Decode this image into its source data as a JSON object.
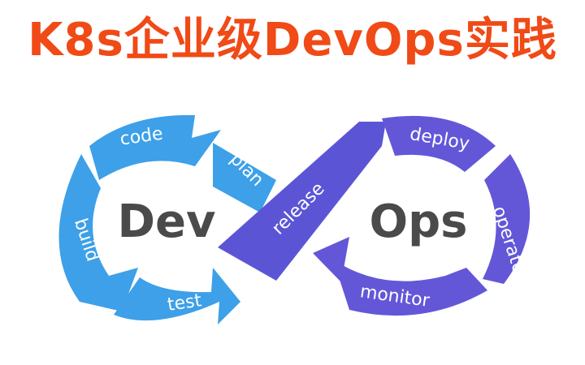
{
  "title": "K8s企业级DevOps实践",
  "colors": {
    "title": "#f04a16",
    "dev_blue": "#3da0e8",
    "ops_purple": "#6357d8",
    "center_text": "#4a4a4a"
  },
  "diagram": {
    "dev_label": "Dev",
    "ops_label": "Ops",
    "stages": {
      "code": "code",
      "plan": "plan",
      "build": "build",
      "test": "test",
      "release": "release",
      "deploy": "deploy",
      "operate": "operate",
      "monitor": "monitor"
    }
  }
}
